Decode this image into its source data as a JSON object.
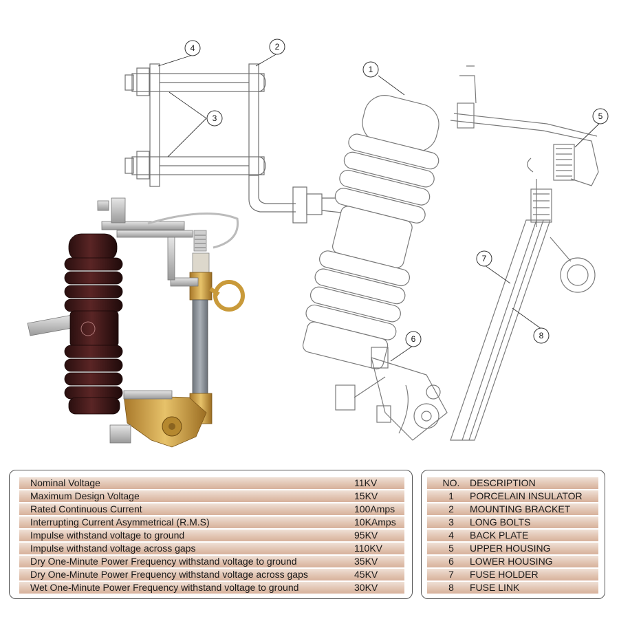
{
  "callouts": [
    "1",
    "2",
    "3",
    "4",
    "5",
    "6",
    "7",
    "8"
  ],
  "specifications": [
    {
      "label": "Nominal Voltage",
      "value": "11KV"
    },
    {
      "label": "Maximum Design Voltage",
      "value": "15KV"
    },
    {
      "label": "Rated Continuous Current",
      "value": "100Amps"
    },
    {
      "label": "Interrupting Current Asymmetrical (R.M.S)",
      "value": "10KAmps"
    },
    {
      "label": "Impulse withstand voltage to ground",
      "value": "95KV"
    },
    {
      "label": "Impulse withstand voltage across gaps",
      "value": "110KV"
    },
    {
      "label": "Dry One-Minute Power Frequency withstand voltage to ground",
      "value": "35KV"
    },
    {
      "label": "Dry One-Minute Power Frequency withstand voltage across gaps",
      "value": "45KV"
    },
    {
      "label": "Wet One-Minute Power Frequency withstand voltage to ground",
      "value": "30KV"
    }
  ],
  "parts": {
    "header": {
      "no": "NO.",
      "description": "DESCRIPTION"
    },
    "items": [
      {
        "no": "1",
        "description": "PORCELAIN INSULATOR"
      },
      {
        "no": "2",
        "description": "MOUNTING BRACKET"
      },
      {
        "no": "3",
        "description": "LONG BOLTS"
      },
      {
        "no": "4",
        "description": "BACK PLATE"
      },
      {
        "no": "5",
        "description": "UPPER HOUSING"
      },
      {
        "no": "6",
        "description": "LOWER HOUSING"
      },
      {
        "no": "7",
        "description": "FUSE HOLDER"
      },
      {
        "no": "8",
        "description": "FUSE LINK"
      }
    ]
  },
  "colors": {
    "porcelain": "#3d1818",
    "brass": "#c99a3a",
    "tube": "#8a8f96",
    "row_band": "#e2c5b3",
    "line": "#6b6b6b"
  }
}
